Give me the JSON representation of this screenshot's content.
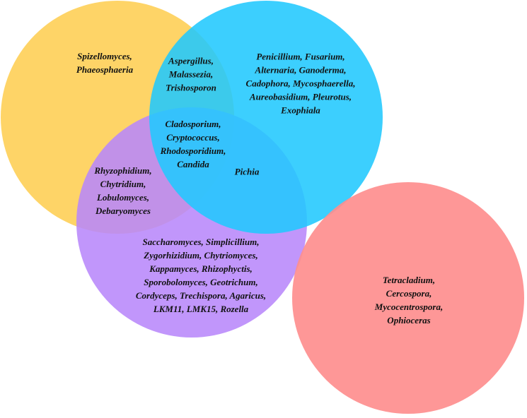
{
  "circles": {
    "yellow": {
      "color": "#FECE52",
      "opacity": 0.88
    },
    "blue": {
      "color": "#21C8FE",
      "opacity": 0.88
    },
    "purple": {
      "color": "#B888FA",
      "opacity": 0.88
    },
    "red": {
      "color": "#FE8E8E",
      "opacity": 0.92
    }
  },
  "regions": {
    "yellow_only": [
      "Spizellomyces,",
      "Phaeosphaeria"
    ],
    "yellow_blue": [
      "Aspergillus,",
      "Malassezia,",
      "Trishosporon"
    ],
    "blue_only": [
      "Penicillium, Fusarium,",
      "Alternaria, Ganoderma,",
      "Cadophora, Mycosphaerella,",
      "Aureobasidium, Pleurotus,",
      "Exophiala"
    ],
    "all_three": [
      "Cladosporium,",
      "Cryptococcus,",
      "Rhodosporidium,",
      "Candida"
    ],
    "blue_purple": [
      "Pichia"
    ],
    "yellow_purple": [
      "Rhyzophidium,",
      "Chytridium,",
      "Lobulomyces,",
      "Debaryomyces"
    ],
    "purple_only": [
      "Saccharomyces, Simplicillium,",
      "Zygorhizidium, Chytriomyces,",
      "Kappamyces, Rhizophyctis,",
      "Sporobolomyces, Geotrichum,",
      "Cordyceps, Trechispora, Agaricus,",
      "LKM11, LMK15, Rozella"
    ],
    "red_only": [
      "Tetracladium,",
      "Cercospora,",
      "Mycocentrospora,",
      "Ophioceras"
    ]
  }
}
